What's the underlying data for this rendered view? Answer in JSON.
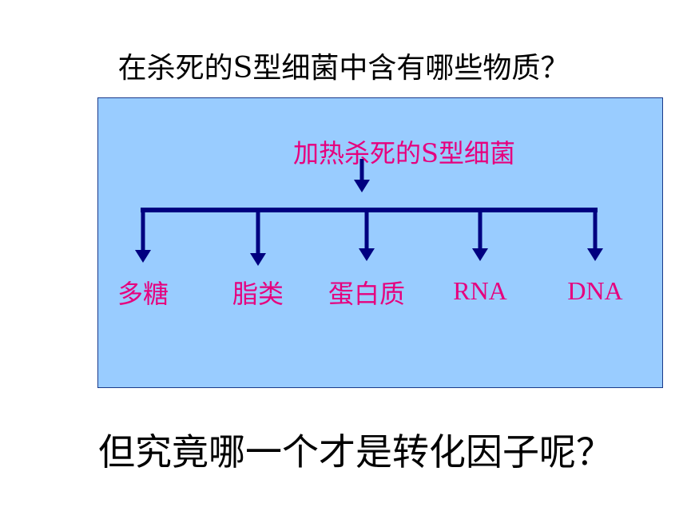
{
  "question": "在杀死的S型细菌中含有哪些物质？",
  "diagram": {
    "root": "加热杀死的S型细菌",
    "components": [
      "多糖",
      "脂类",
      "蛋白质",
      "RNA",
      "DNA"
    ]
  },
  "footer": "但究竟哪一个才是转化因子呢？",
  "colors": {
    "panel_background": "#99ccff",
    "panel_border": "#1a3a8a",
    "arrow": "#000080",
    "label": "#e6007e",
    "text": "#000000"
  }
}
